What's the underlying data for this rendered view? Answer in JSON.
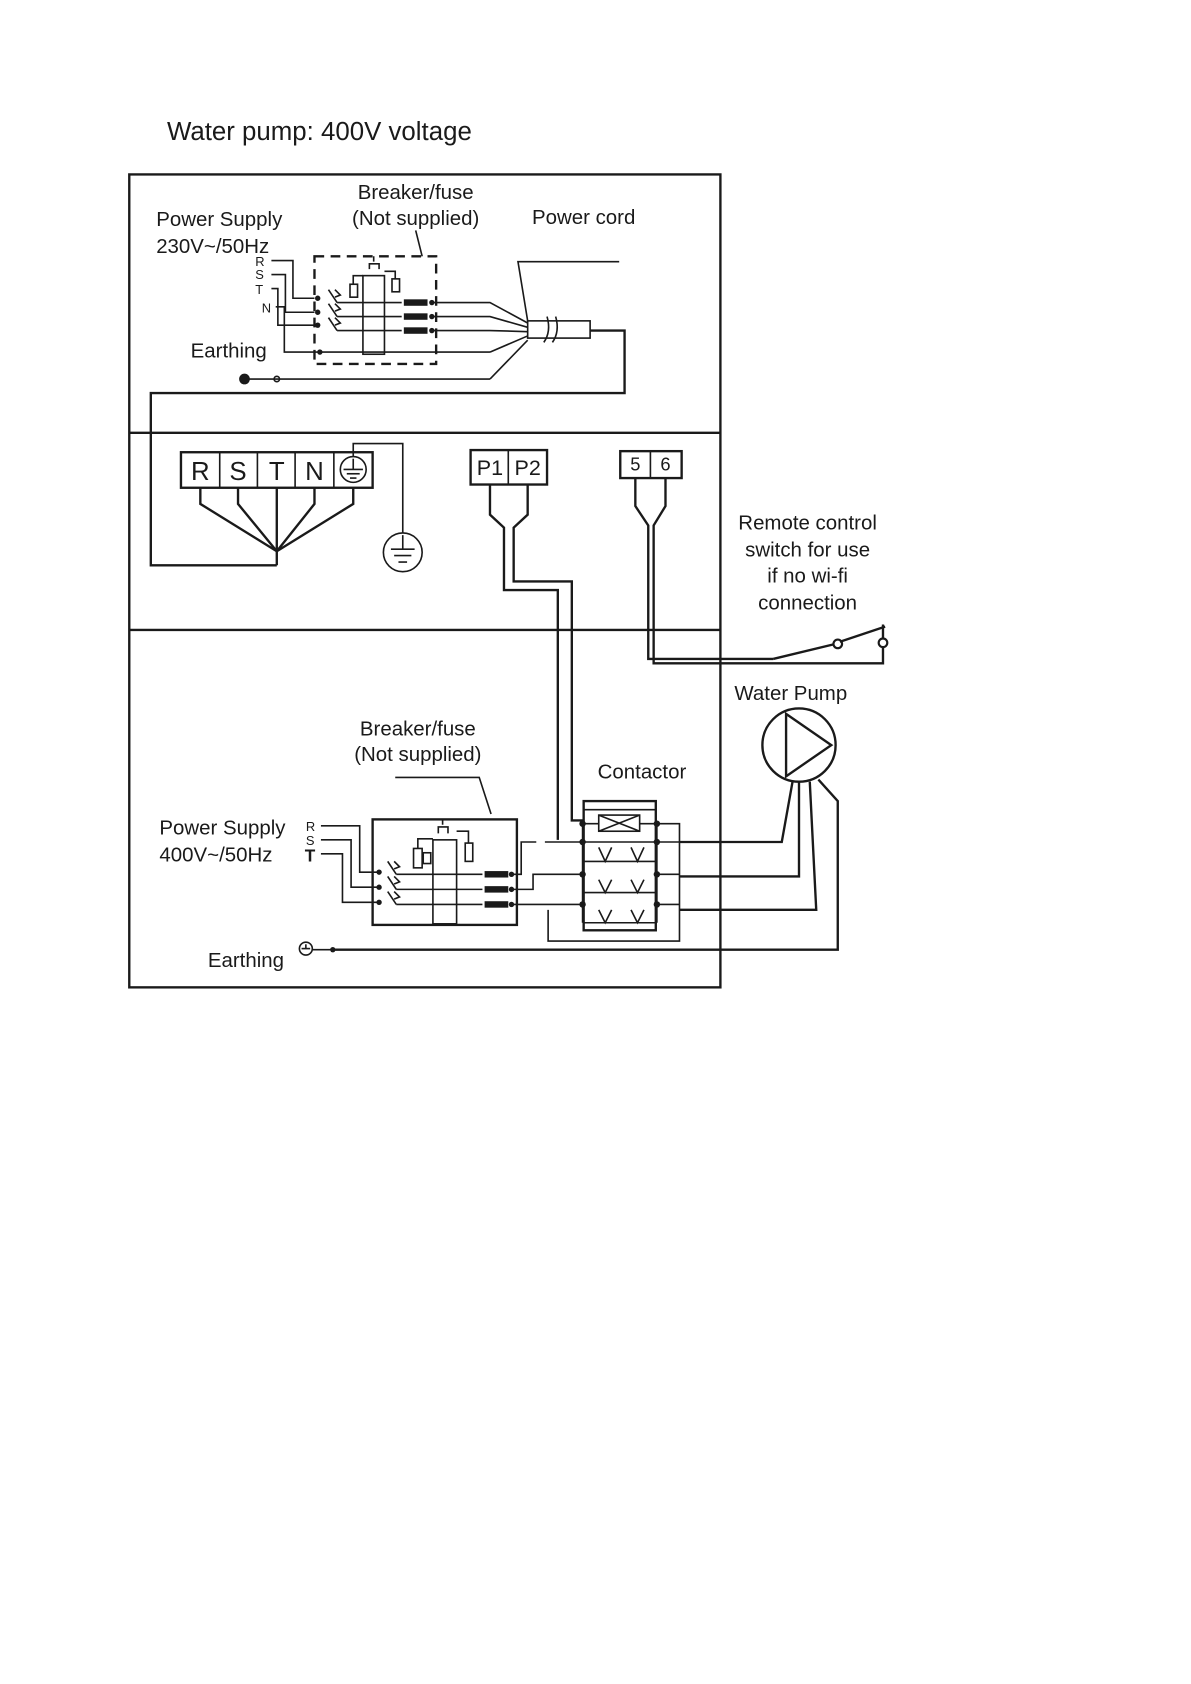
{
  "title": "Water pump: 400V voltage",
  "top_section": {
    "power_supply": [
      "Power Supply",
      "230V~/50Hz"
    ],
    "phase_letters": [
      "R",
      "S",
      "T",
      "N"
    ],
    "breaker": [
      "Breaker/fuse",
      "(Not supplied)"
    ],
    "power_cord": "Power cord",
    "earthing": "Earthing"
  },
  "terminal_block": {
    "main_terminals": [
      "R",
      "S",
      "T",
      "N"
    ],
    "pump_terminals": [
      "P1",
      "P2"
    ],
    "remote_terminals": [
      "5",
      "6"
    ]
  },
  "remote_switch": [
    "Remote control",
    "switch for use",
    "if no wi-fi",
    "connection"
  ],
  "water_pump": "Water Pump",
  "bottom_section": {
    "breaker": [
      "Breaker/fuse",
      "(Not supplied)"
    ],
    "contactor": "Contactor",
    "power_supply": [
      "Power Supply",
      "400V~/50Hz"
    ],
    "phase_letters": [
      "R",
      "S",
      "T"
    ],
    "earthing": "Earthing"
  },
  "icons": [
    "earth-ground-icon",
    "pump-icon",
    "switch-icon",
    "fuse-icon",
    "contactor-coil-icon"
  ]
}
